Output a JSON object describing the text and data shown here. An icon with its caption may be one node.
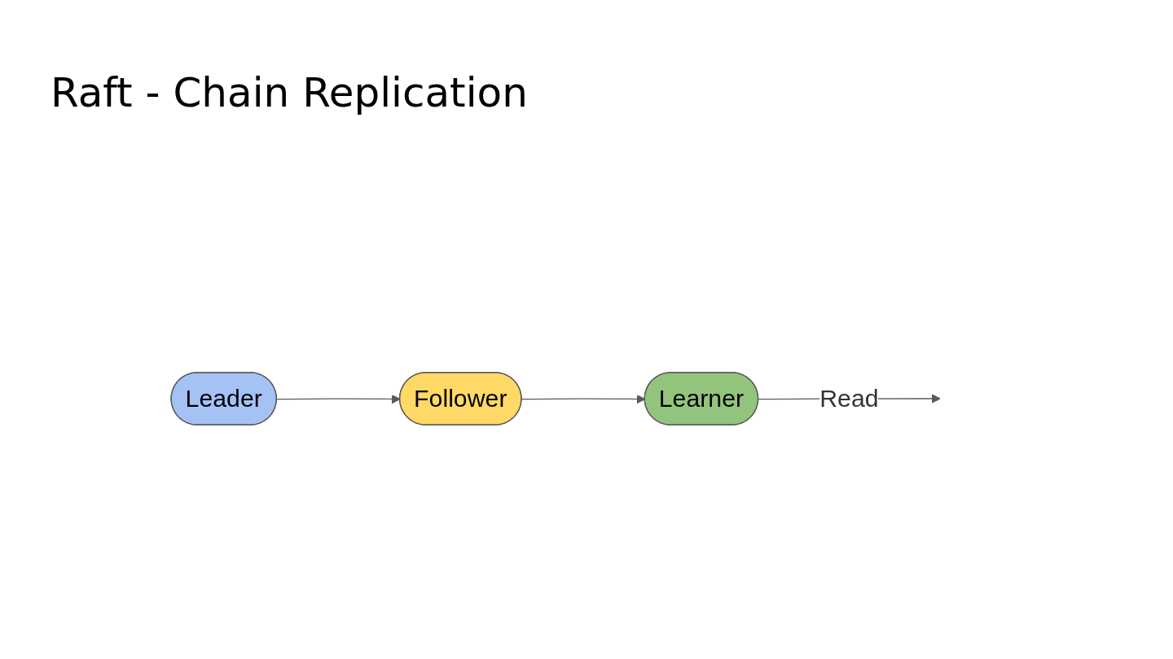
{
  "diagram": {
    "title": "Raft - Chain Replication",
    "nodes": [
      {
        "text": [
          "Leader"
        ]
      },
      {
        "text": [
          "Follower"
        ]
      },
      {
        "text": [
          "Learner"
        ]
      }
    ],
    "edges": [
      {
        "from": 0,
        "to": 1,
        "arrow": "to"
      },
      {
        "from": 1,
        "to": 2,
        "arrow": "to"
      },
      {
        "from": 2,
        "to": null,
        "arrow": "to",
        "label": "Read"
      }
    ]
  }
}
